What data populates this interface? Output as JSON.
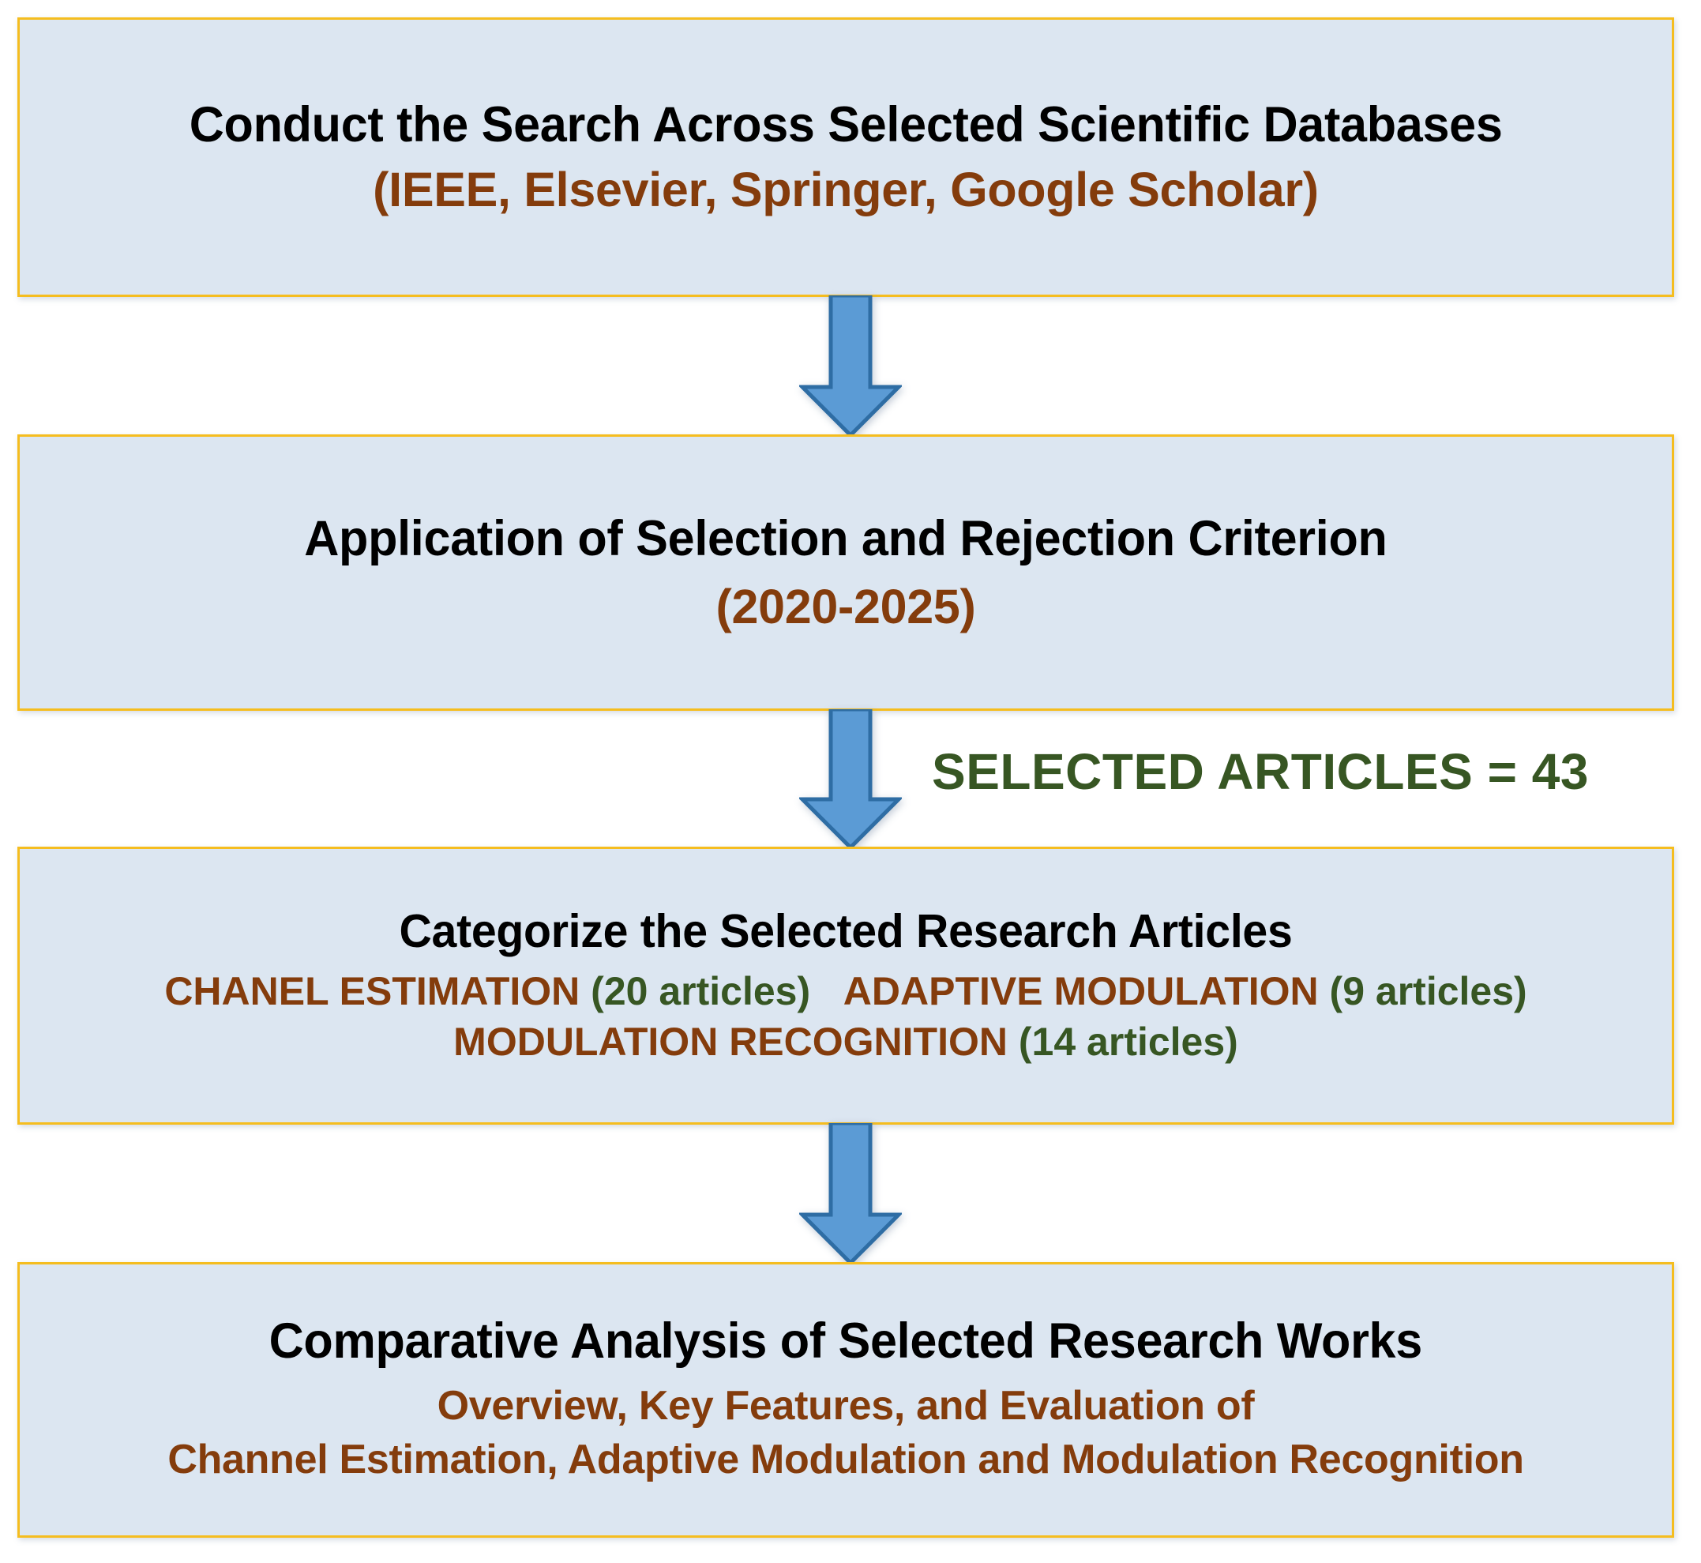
{
  "diagram": {
    "title": "Literature review selection flowchart",
    "colors": {
      "box_fill": "#dce6f1",
      "box_border": "#f5bd1f",
      "title_text": "#000000",
      "accent_brown": "#843C0C",
      "accent_green": "#375623",
      "arrow_fill": "#5B9BD5",
      "arrow_stroke": "#2E6DA4"
    },
    "steps": [
      {
        "id": "step-search",
        "title": "Conduct the Search Across Selected Scientific Databases",
        "subtitle": "(IEEE, Elsevier, Springer, Google Scholar)"
      },
      {
        "id": "step-criteria",
        "title": "Application of Selection and Rejection Criterion",
        "subtitle": "(2020-2025)"
      },
      {
        "id": "step-categorize",
        "title": "Categorize the Selected Research Articles",
        "categories": [
          {
            "name": "CHANEL ESTIMATION",
            "count": "(20 articles)"
          },
          {
            "name": "ADAPTIVE MODULATION",
            "count": "(9 articles)"
          },
          {
            "name": "MODULATION RECOGNITION",
            "count": "(14 articles)"
          }
        ]
      },
      {
        "id": "step-comparative",
        "title": "Comparative Analysis of Selected Research Works",
        "subtitle_line1": "Overview, Key Features, and Evaluation of",
        "subtitle_line2": "Channel Estimation, Adaptive Modulation and Modulation Recognition"
      }
    ],
    "annotations": {
      "selected_articles": "SELECTED ARTICLES = 43"
    },
    "arrows": [
      {
        "id": "arrow-search-to-criteria",
        "icon": "down-arrow-icon"
      },
      {
        "id": "arrow-criteria-to-categorize",
        "icon": "down-arrow-icon"
      },
      {
        "id": "arrow-categorize-to-comparative",
        "icon": "down-arrow-icon"
      }
    ]
  }
}
